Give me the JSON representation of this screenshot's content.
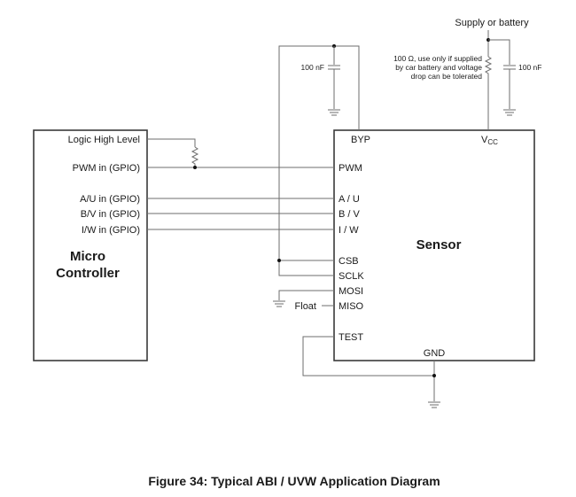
{
  "supply": {
    "label": "Supply or battery"
  },
  "byp_cap": {
    "label": "100 nF"
  },
  "vcc_cap": {
    "label": "100 nF"
  },
  "vcc_resistor": {
    "note_lines": [
      "100 Ω, use only if supplied",
      "by car battery and voltage",
      "drop can be tolerated"
    ]
  },
  "micro_controller": {
    "title_lines": [
      "Micro",
      "Controller"
    ],
    "pins": [
      "Logic High Level",
      "PWM in (GPIO)",
      "A/U in (GPIO)",
      "B/V in (GPIO)",
      "I/W in (GPIO)"
    ]
  },
  "sensor": {
    "title": "Sensor",
    "top_pins": {
      "byp": "BYP",
      "vcc_main": "V",
      "vcc_sub": "CC"
    },
    "left_pins": [
      "PWM",
      "A / U",
      "B / V",
      "I / W",
      "CSB",
      "SCLK",
      "MOSI",
      "MISO",
      "TEST"
    ],
    "bottom_pin": "GND"
  },
  "miso_float": "Float",
  "caption": "Figure 34: Typical ABI / UVW Application Diagram"
}
